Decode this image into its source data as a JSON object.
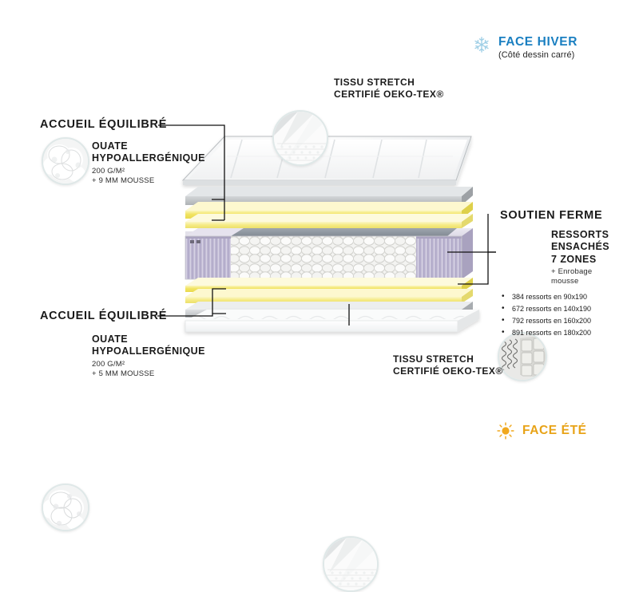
{
  "winter": {
    "icon": "snowflake-icon",
    "title": "FACE HIVER",
    "subtitle": "(Côté dessin carré)",
    "color": "#1a7fc1"
  },
  "summer": {
    "icon": "sun-icon",
    "title": "FACE ÉTÉ",
    "color": "#e8a317"
  },
  "callouts": {
    "top_comfort": {
      "heading": "ACCUEIL ÉQUILIBRÉ",
      "line1": "OUATE",
      "line2": "HYPOALLERGÉNIQUE",
      "detail1": "200 G/M²",
      "detail2": "+ 9 MM MOUSSE",
      "badge_icon": "wadding-photo-icon"
    },
    "bottom_comfort": {
      "heading": "ACCUEIL ÉQUILIBRÉ",
      "line1": "OUATE",
      "line2": "HYPOALLERGÉNIQUE",
      "detail1": "200 G/M²",
      "detail2": "+ 5 MM MOUSSE",
      "badge_icon": "wadding-photo-icon"
    },
    "top_fabric": {
      "line1": "TISSU STRETCH",
      "line2": "CERTIFIÉ OEKO-TEX®",
      "badge_icon": "stretch-fabric-photo-icon"
    },
    "bottom_fabric": {
      "line1": "TISSU STRETCH",
      "line2": "CERTIFIÉ OEKO-TEX®",
      "badge_icon": "stretch-fabric-photo-icon"
    },
    "support": {
      "heading": "SOUTIEN FERME",
      "line1": "RESSORTS",
      "line2": "ENSACHÉS",
      "line3": "7 ZONES",
      "detail1": "+ Enrobage",
      "detail2": "mousse",
      "badge_icon": "pocket-springs-photo-icon",
      "spring_counts": [
        "384 ressorts en 90x190",
        "672 ressorts en 140x190",
        "792 ressorts en 160x200",
        "891 ressorts en 180x200"
      ]
    }
  },
  "diagram": {
    "name": "mattress-exploded-cross-section",
    "layers": [
      {
        "id": "top-quilted-panel",
        "label": "tissu stretch quilté face hiver",
        "color": "#fbfbfb"
      },
      {
        "id": "top-wadding",
        "label": "ouate hypoallergénique 200 g/m²",
        "color": "#c6c9cb"
      },
      {
        "id": "top-foam-1",
        "label": "mousse 9 mm",
        "color": "#f2e770"
      },
      {
        "id": "top-foam-2",
        "label": "mousse 9 mm",
        "color": "#f5ee9a"
      },
      {
        "id": "spring-core",
        "label": "ressorts ensachés 7 zones + enrobage mousse",
        "color": "#ededed"
      },
      {
        "id": "bottom-foam-1",
        "label": "mousse 5 mm",
        "color": "#f2e770"
      },
      {
        "id": "bottom-foam-2",
        "label": "mousse 5 mm",
        "color": "#f5ee9a"
      },
      {
        "id": "bottom-wadding",
        "label": "ouate hypoallergénique 200 g/m²",
        "color": "#cfd2d4"
      },
      {
        "id": "bottom-quilted-panel",
        "label": "tissu stretch quilté face été",
        "color": "#fdfdfd"
      }
    ]
  }
}
